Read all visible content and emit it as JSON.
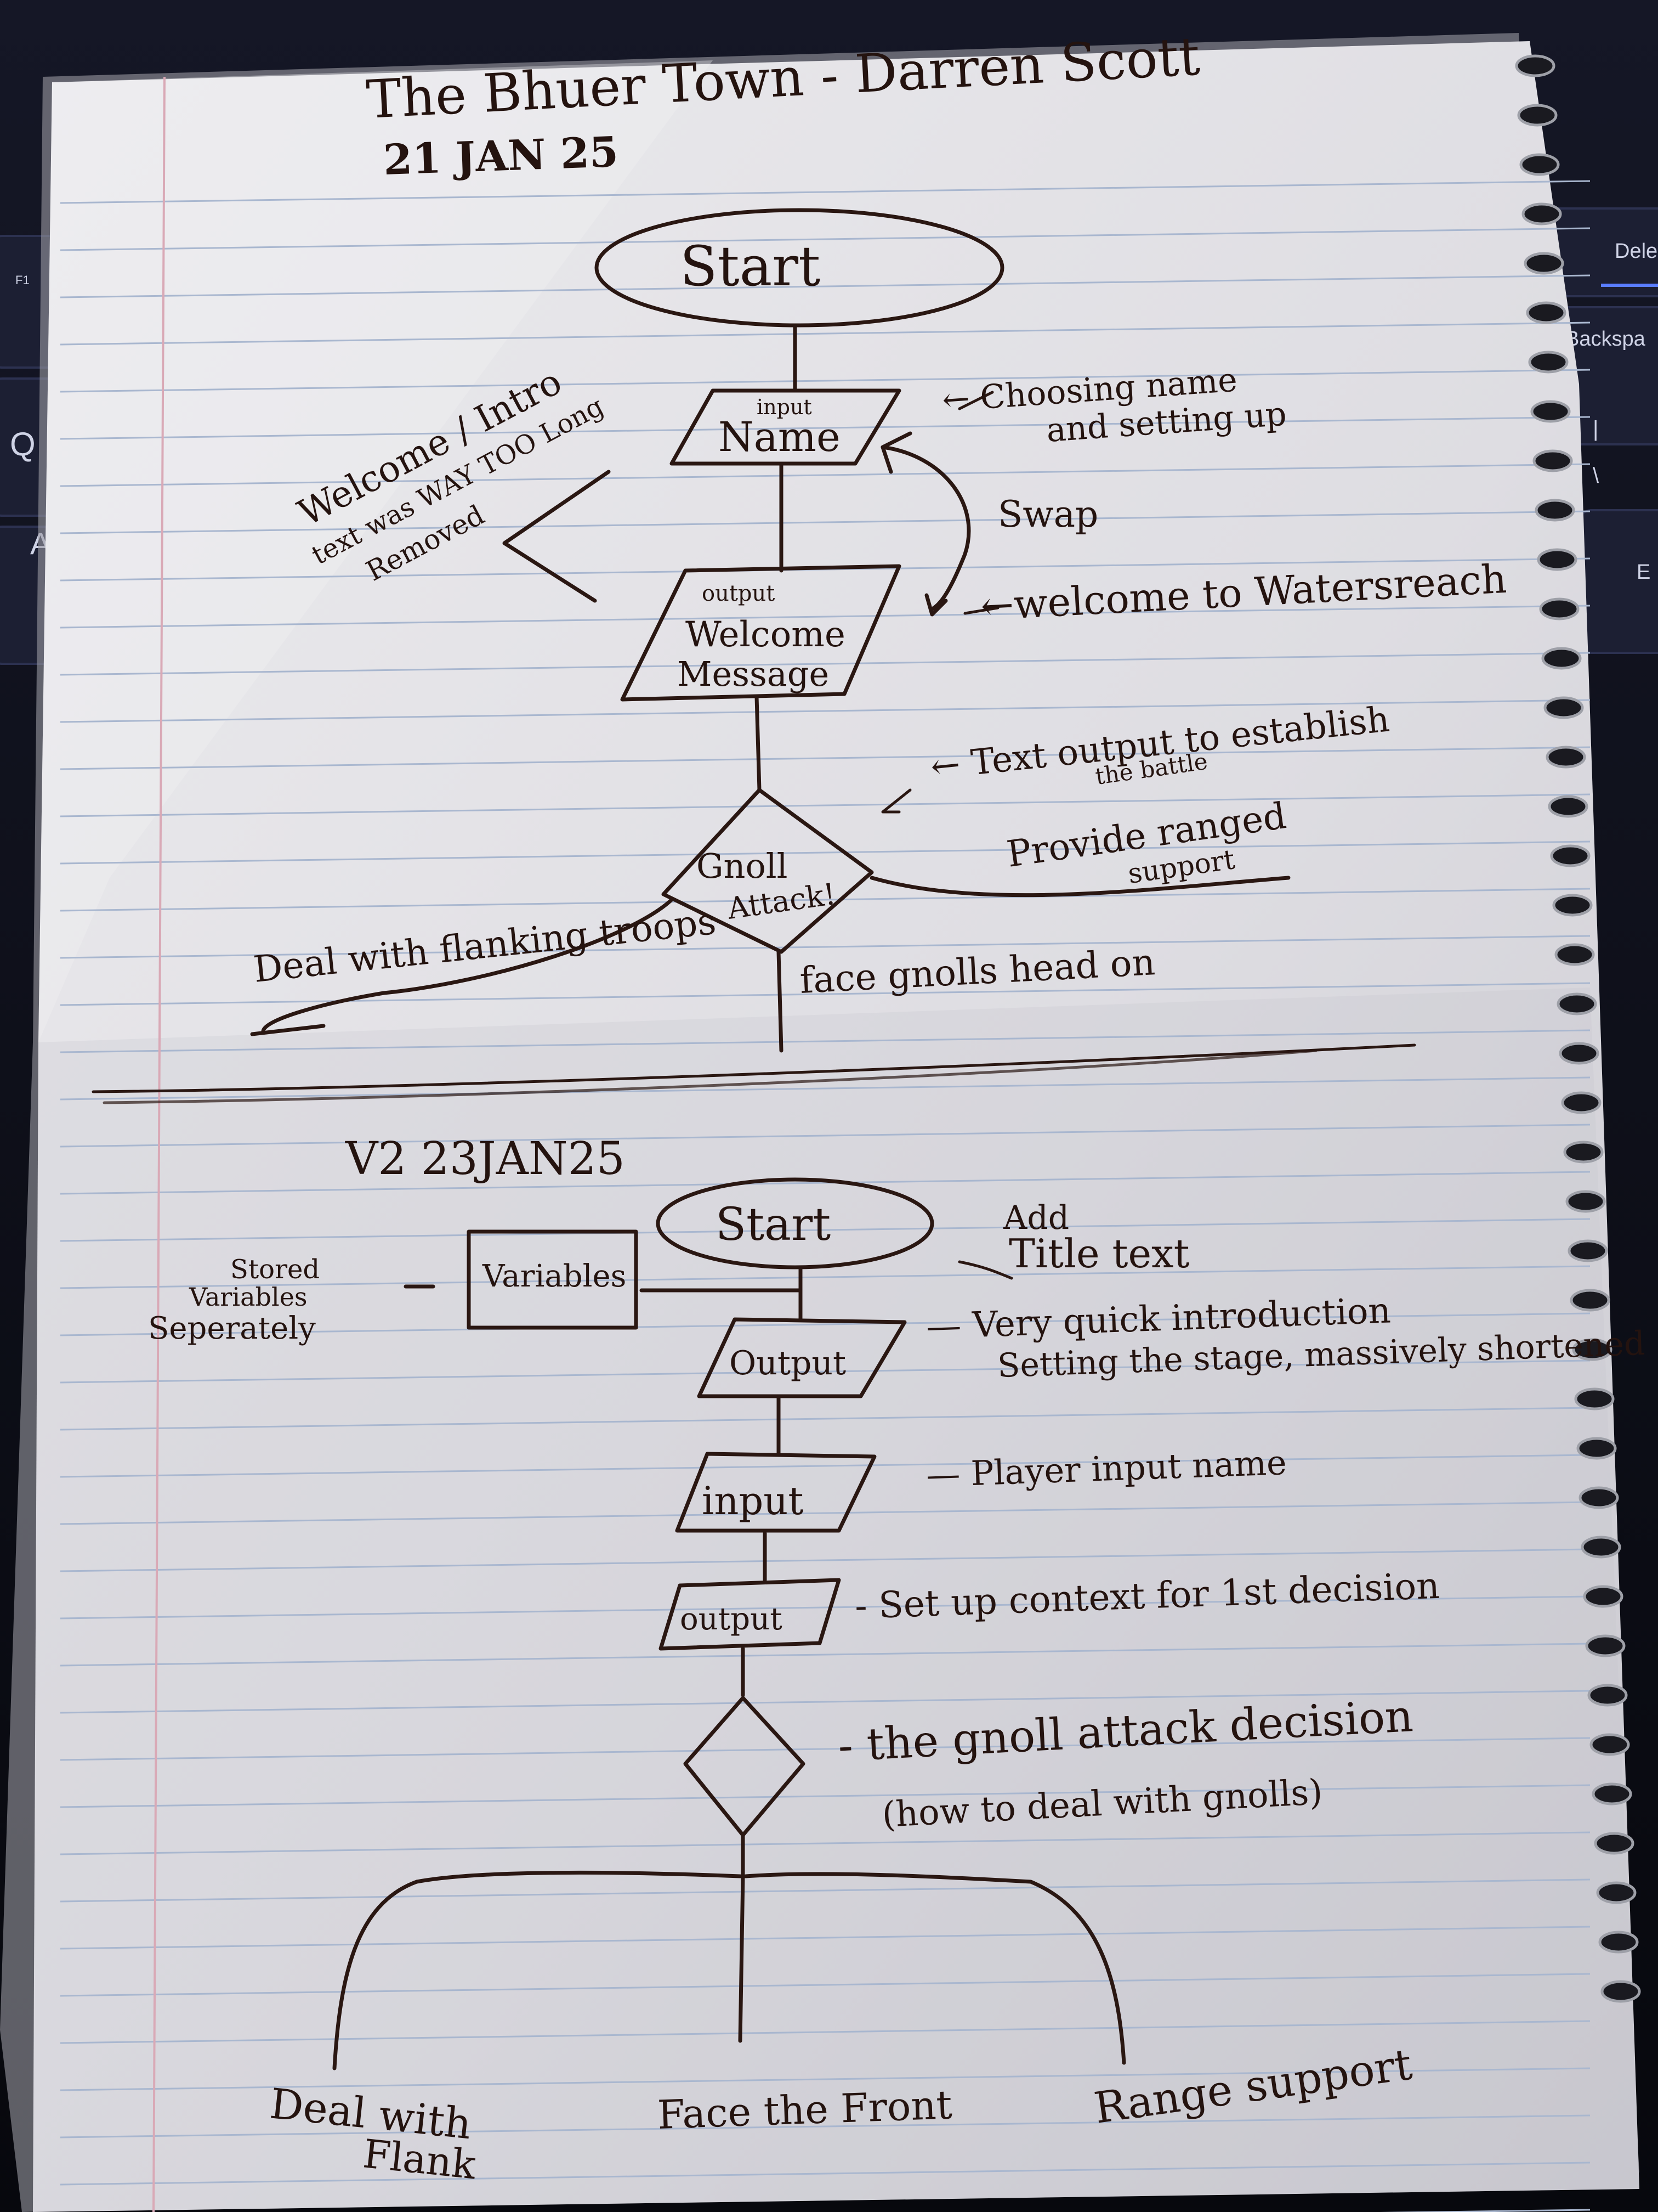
{
  "keyboard": {
    "keys": [
      "Dele",
      "Backspa",
      "E",
      "Q",
      "A",
      "F1",
      "|",
      "\\"
    ]
  },
  "notebook": {
    "title": "The Bhuer Town - Darren Scott",
    "date": "21 JAN 25"
  },
  "v1": {
    "nodes": {
      "start": "Start",
      "name_tag": "input",
      "name": "Name",
      "welcome_tag": "output",
      "welcome_1": "Welcome",
      "welcome_2": "Message",
      "decision_1": "Gnoll",
      "decision_2": "Attack!"
    },
    "notes": {
      "choosing_1": "← Choosing name",
      "choosing_2": "and setting up",
      "swap": "Swap",
      "welcome_to": "←welcome to Watersreach",
      "text_output_1": "← Text output to establish",
      "text_output_2": "the battle",
      "intro_1": "Welcome / Intro",
      "intro_2": "text was WAY TOO Long",
      "intro_3": "Removed"
    },
    "branches": {
      "left": "Deal with flanking troops",
      "right_1": "Provide ranged",
      "right_2": "support",
      "down": "face gnolls head on"
    }
  },
  "v2": {
    "heading": "V2 23JAN25",
    "nodes": {
      "start": "Start",
      "variables": "Variables",
      "output_1": "Output",
      "input": "input",
      "output_2": "output"
    },
    "notes": {
      "stored_1": "Stored",
      "stored_2": "Variables",
      "stored_3": "Seperately",
      "title_1": "Add",
      "title_2": "Title text",
      "intro_1": "— Very quick introduction",
      "intro_2": "Setting the stage, massively shortened",
      "player": "— Player input name",
      "context": "- Set up context for 1st decision",
      "decision_1": "- the gnoll attack decision",
      "decision_2": "(how to deal with gnolls)"
    },
    "branches": {
      "left_1": "Deal with",
      "left_2": "Flank",
      "middle": "Face the Front",
      "right": "Range support"
    }
  }
}
